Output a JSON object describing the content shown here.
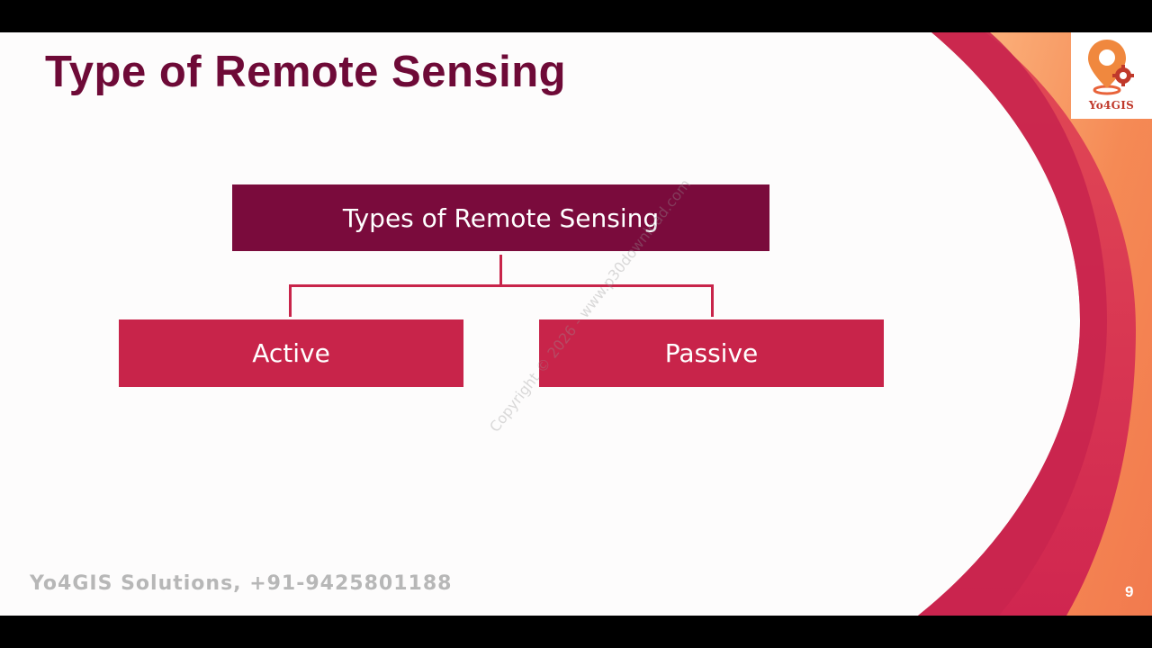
{
  "slide": {
    "title": "Type of Remote Sensing",
    "page_number": "9",
    "footer": "Yo4GIS Solutions, +91-9425801188",
    "watermark": "Copyright © 2026 - www.p30download.com"
  },
  "logo": {
    "text": "Yo4GIS",
    "icon": "map-pin-gear-icon"
  },
  "diagram": {
    "root": "Types of Remote Sensing",
    "children": [
      "Active",
      "Passive"
    ]
  },
  "colors": {
    "title": "#6e0a37",
    "root_box": "#7a0b3c",
    "child_box": "#c8244a",
    "connector": "#c8244a",
    "accent_orange": "#f5864f",
    "accent_red": "#d3294f"
  }
}
